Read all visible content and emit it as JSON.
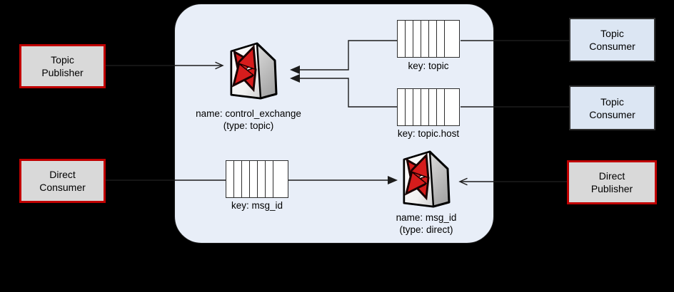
{
  "colors": {
    "background": "#000000",
    "broker_panel_fill": "#e8eef8",
    "broker_panel_border": "#1a1a1a",
    "consumer_box_fill": "#dce6f3",
    "consumer_box_border": "#2f2f2f",
    "publisher_box_fill": "#d9d9d9",
    "publisher_box_border": "#c00000",
    "connector": "#1c1c1c",
    "exchange_arrow_red": "#d61c1c",
    "queue_fill": "#ffffff"
  },
  "broker": {
    "exchanges": [
      {
        "name_label": "name: control_exchange",
        "type_label": "(type: topic)"
      },
      {
        "name_label": "name: msg_id",
        "type_label": "(type: direct)"
      }
    ],
    "queues": [
      {
        "label": "key: topic"
      },
      {
        "label": "key: topic.host"
      },
      {
        "label": "key: msg_id"
      }
    ]
  },
  "nodes": {
    "topic_publisher": {
      "line1": "Topic",
      "line2": "Publisher"
    },
    "topic_consumer_1": {
      "line1": "Topic",
      "line2": "Consumer"
    },
    "topic_consumer_2": {
      "line1": "Topic",
      "line2": "Consumer"
    },
    "direct_consumer": {
      "line1": "Direct",
      "line2": "Consumer"
    },
    "direct_publisher": {
      "line1": "Direct",
      "line2": "Publisher"
    }
  }
}
